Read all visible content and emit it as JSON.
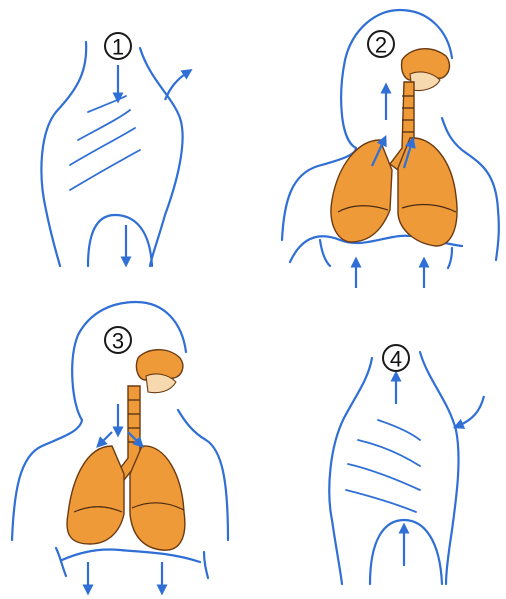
{
  "panels": [
    {
      "number": "1"
    },
    {
      "number": "2"
    },
    {
      "number": "3"
    },
    {
      "number": "4"
    }
  ],
  "colors": {
    "outline": "#2f6fd6",
    "lungs": "#ef9a38",
    "lung_edge": "#6b3a12",
    "background": "#ffffff"
  },
  "icons": [
    "arrow-icon",
    "lungs-icon",
    "torso-outline"
  ]
}
